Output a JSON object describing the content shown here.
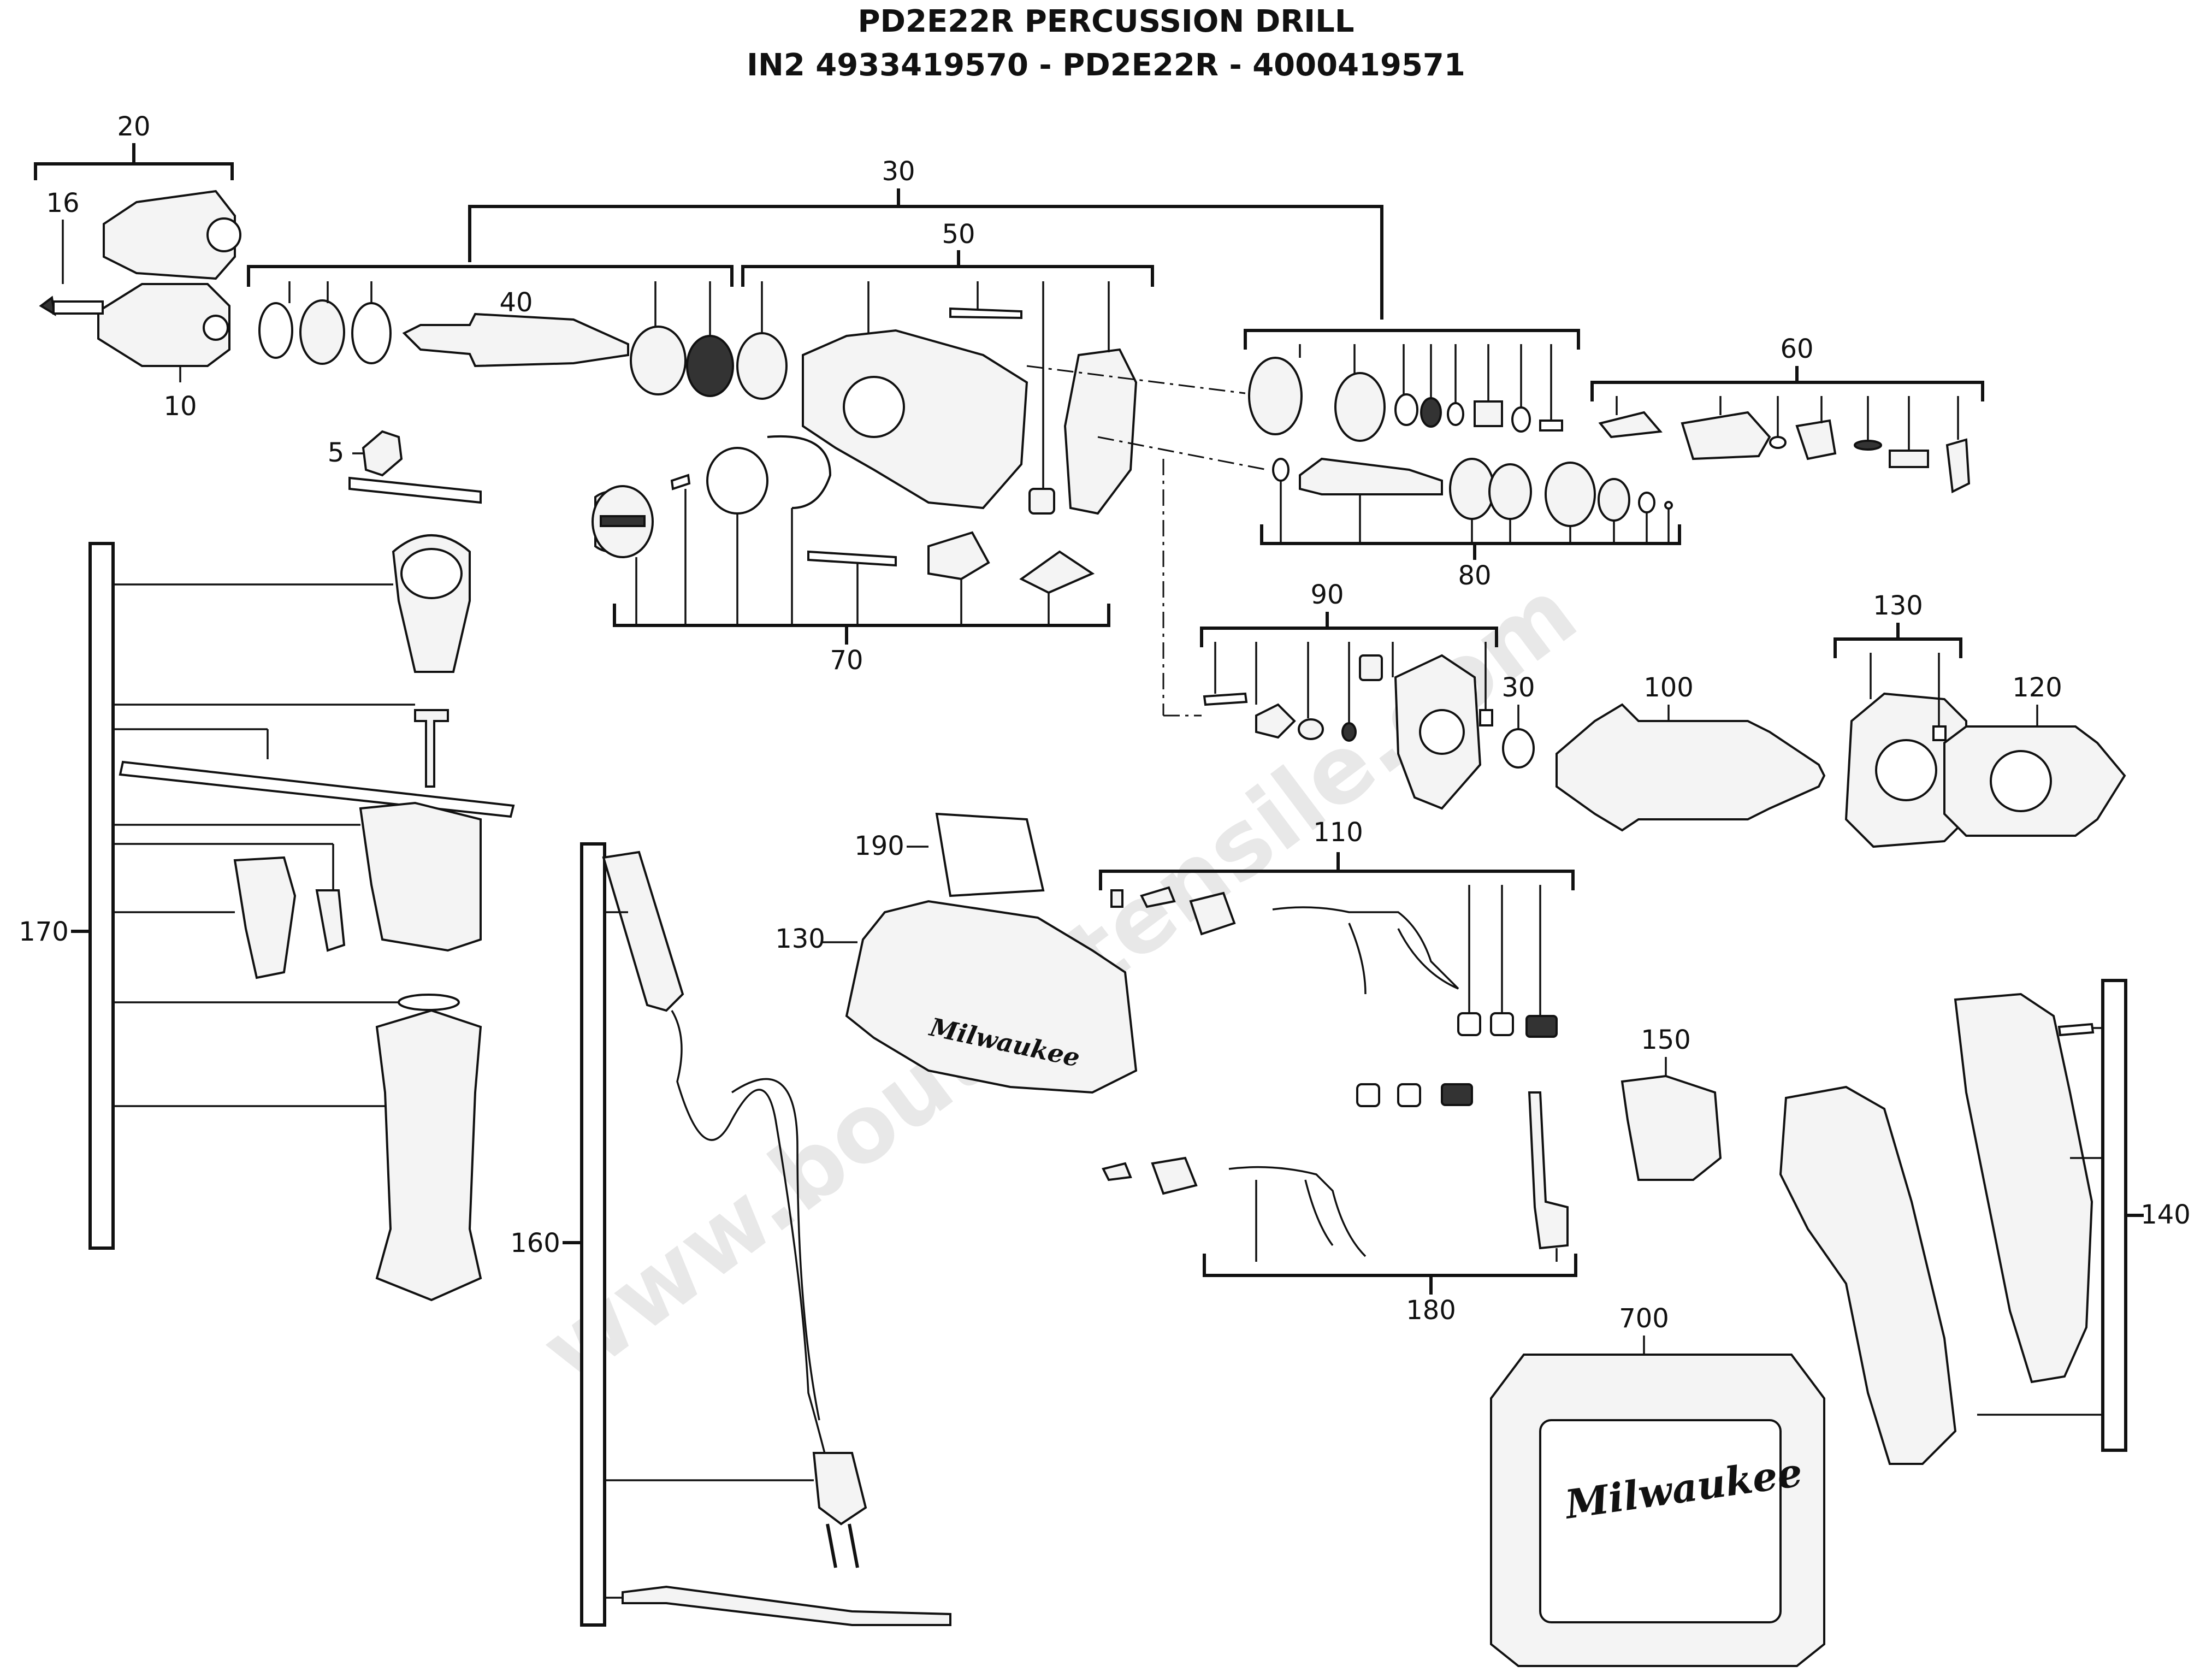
{
  "title_line1": "PD2E22R PERCUSSION DRILL",
  "title_line2": "IN2 4933419570 - PD2E22R - 4000419571",
  "watermark": "www.boutoutensile.com",
  "brand_logo": "Milwaukee",
  "callouts": {
    "c20": "20",
    "c16": "16",
    "c10": "10",
    "c5": "5",
    "c30": "30",
    "c40": "40",
    "c50": "50",
    "c60": "60",
    "c70": "70",
    "c80": "80",
    "c90": "90",
    "c30b": "30",
    "c100": "100",
    "c120": "120",
    "c130a": "130",
    "c110": "110",
    "c190": "190",
    "c130b": "130",
    "c150": "150",
    "c140": "140",
    "c170": "170",
    "c160": "160",
    "c180": "180",
    "c700": "700"
  },
  "colors": {
    "line": "#111111",
    "background": "#ffffff",
    "watermark": "#d9d9d9"
  }
}
